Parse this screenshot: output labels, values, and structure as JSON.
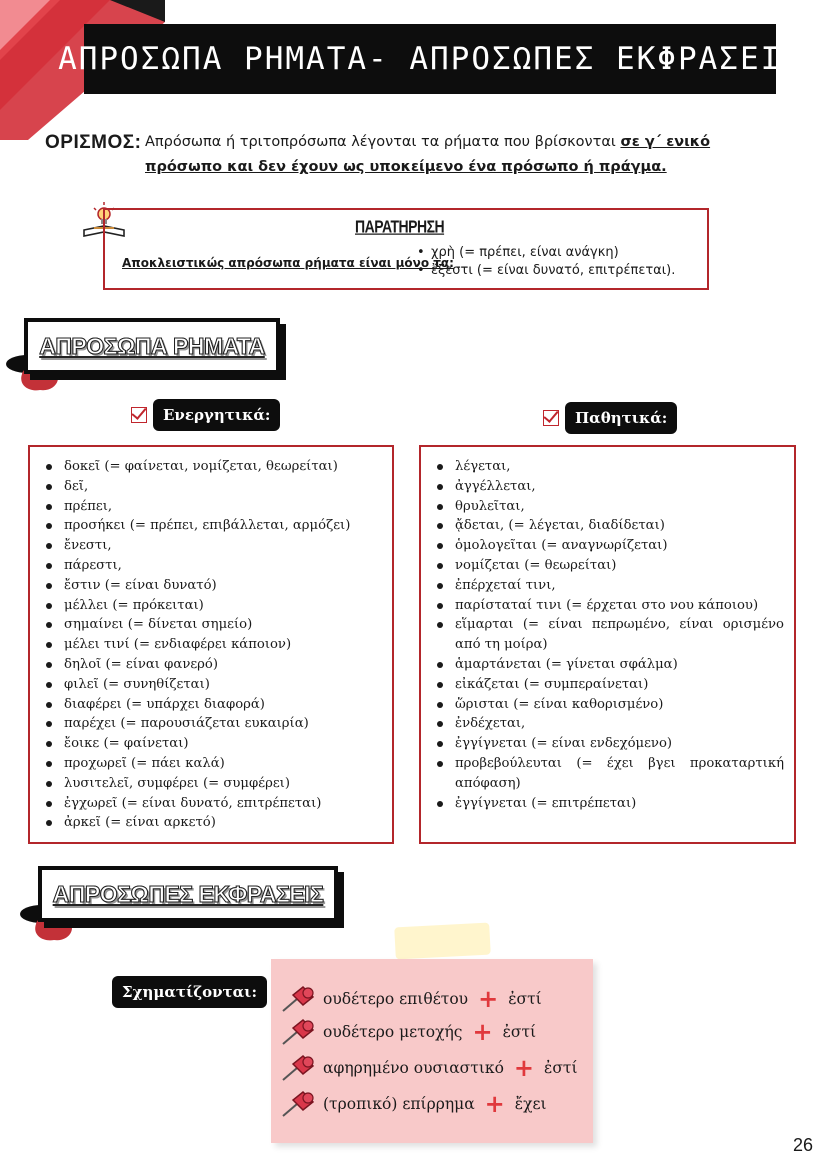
{
  "title": "ΑΠΡΟΣΩΠΑ ΡΗΜΑΤΑ- ΑΠΡΟΣΩΠΕΣ ΕΚΦΡΑΣΕΙΣ",
  "definition": {
    "label": "ΟΡΙΣΜΟΣ:",
    "text": "Απρόσωπα ή τριτοπρόσωπα λέγονται τα ρήματα που βρίσκονται ",
    "emphasis": "σε γ΄ ενικό πρόσωπο και δεν έχουν ως υποκείμενο ένα πρόσωπο ή πράγμα."
  },
  "note": {
    "title": "ΠΑΡΑΤΗΡΗΣΗ",
    "lead": "Αποκλειστικώς απρόσωπα ρήματα είναι μόνο τα:",
    "items": [
      "χρὴ (= πρέπει, είναι ανάγκη)",
      "ἔξεστι (= είναι δυνατό, επιτρέπεται)."
    ]
  },
  "section1": {
    "title": "ΑΠΡΟΣΩΠΑ ΡΗΜΑΤΑ"
  },
  "active": {
    "label": "Ενεργητικά:",
    "items": [
      "δοκεῖ (= φαίνεται, νομίζεται, θεωρείται)",
      "δεῖ,",
      "πρέπει,",
      "προσήκει (= πρέπει, επιβάλλεται, αρμόζει)",
      "ἔνεστι,",
      "πάρεστι,",
      "ἔστιν (= είναι δυνατό)",
      "μέλλει (= πρόκειται)",
      "σημαίνει (= δίνεται σημείο)",
      "μέλει τινί (= ενδιαφέρει κάποιον)",
      "δηλοῖ (= είναι φανερό)",
      "φιλεῖ (= συνηθίζεται)",
      "διαφέρει (= υπάρχει διαφορά)",
      "παρέχει (= παρουσιάζεται ευκαιρία)",
      "ἔοικε (= φαίνεται)",
      "προχωρεῖ (= πάει καλά)",
      "λυσιτελεῖ, συμφέρει (= συμφέρει)",
      "ἐγχωρεῖ (= είναι δυνατό, επιτρέπεται)",
      "ἀρκεῖ (= είναι αρκετό)"
    ]
  },
  "passive": {
    "label": "Παθητικά:",
    "items": [
      "λέγεται,",
      "ἀγγέλλεται,",
      "θρυλεῖται,",
      "ᾄδεται, (= λέγεται, διαδίδεται)",
      "ὁμολογεῖται (= αναγνωρίζεται)",
      "νομίζεται (= θεωρείται)",
      "ἐπέρχεταί τινι,",
      "παρίσταταί τινι (= έρχεται στο νου κάποιου)",
      "εἵμαρται (= είναι πεπρωμένο, είναι ορισμένο από τη μοίρα)",
      "ἁμαρτάνεται (= γίνεται σφάλμα)",
      "εἰκάζεται (= συμπεραίνεται)",
      "ὥρισται (= είναι καθορισμένο)",
      "ἐνδέχεται,",
      "ἐγγίγνεται (= είναι ενδεχόμενο)",
      "προβεβούλευται (= έχει βγει προκαταρτική απόφαση)",
      "ἐγγίγνεται (= επιτρέπεται)"
    ]
  },
  "section2": {
    "title": "ΑΠΡΟΣΩΠΕΣ ΕΚΦΡΑΣΕΙΣ"
  },
  "formation": {
    "label": "Σχηματίζονται:",
    "rows": [
      {
        "left": "ουδέτερο επιθέτου",
        "right": "ἐστί"
      },
      {
        "left": "ουδέτερο μετοχής",
        "right": "ἐστί"
      },
      {
        "left": "αφηρημένο ουσιαστικό",
        "right": "ἐστί"
      },
      {
        "left": "(τροπικό) επίρρημα",
        "right": "ἔχει"
      }
    ],
    "plus": "+"
  },
  "page_number": "26",
  "colors": {
    "accent_red": "#b3262b",
    "pink_bg": "#f8c9c9",
    "black": "#0d0d0d"
  },
  "icons": [
    "lamp-book-icon",
    "checkbox-icon",
    "pushpin-icon",
    "blob-decoration"
  ]
}
